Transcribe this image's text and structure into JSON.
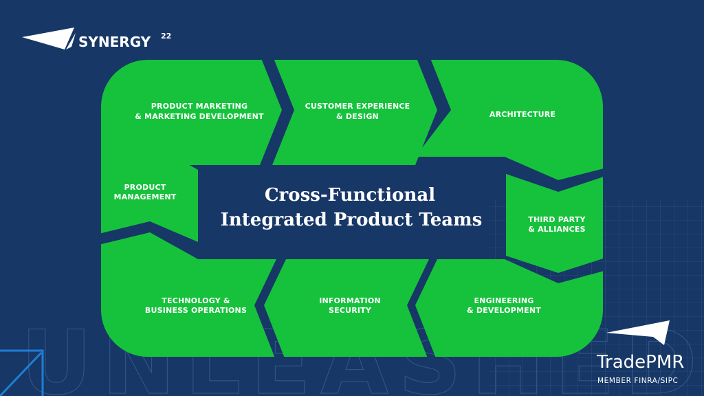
{
  "branding": {
    "event_name": "SYNERGY",
    "event_year": "22",
    "company": "TradePMR",
    "tagline": "MEMBER FINRA/SIPC",
    "watermark": "UNLEASHED"
  },
  "diagram": {
    "title_line1": "Cross-Functional",
    "title_line2": "Integrated Product Teams",
    "segments": [
      {
        "id": "product-marketing",
        "line1": "PRODUCT MARKETING",
        "line2": "& MARKETING DEVELOPMENT"
      },
      {
        "id": "customer-experience",
        "line1": "CUSTOMER EXPERIENCE",
        "line2": "& DESIGN"
      },
      {
        "id": "architecture",
        "line1": "ARCHITECTURE",
        "line2": ""
      },
      {
        "id": "third-party",
        "line1": "THIRD PARTY",
        "line2": "& ALLIANCES"
      },
      {
        "id": "engineering",
        "line1": "ENGINEERING",
        "line2": "& DEVELOPMENT"
      },
      {
        "id": "information-security",
        "line1": "INFORMATION",
        "line2": "SECURITY"
      },
      {
        "id": "technology",
        "line1": "TECHNOLOGY &",
        "line2": "BUSINESS OPERATIONS"
      },
      {
        "id": "product-management",
        "line1": "PRODUCT",
        "line2": "MANAGEMENT"
      }
    ]
  },
  "colors": {
    "background": "#173766",
    "segment": "#16c23c",
    "text": "#ffffff"
  }
}
